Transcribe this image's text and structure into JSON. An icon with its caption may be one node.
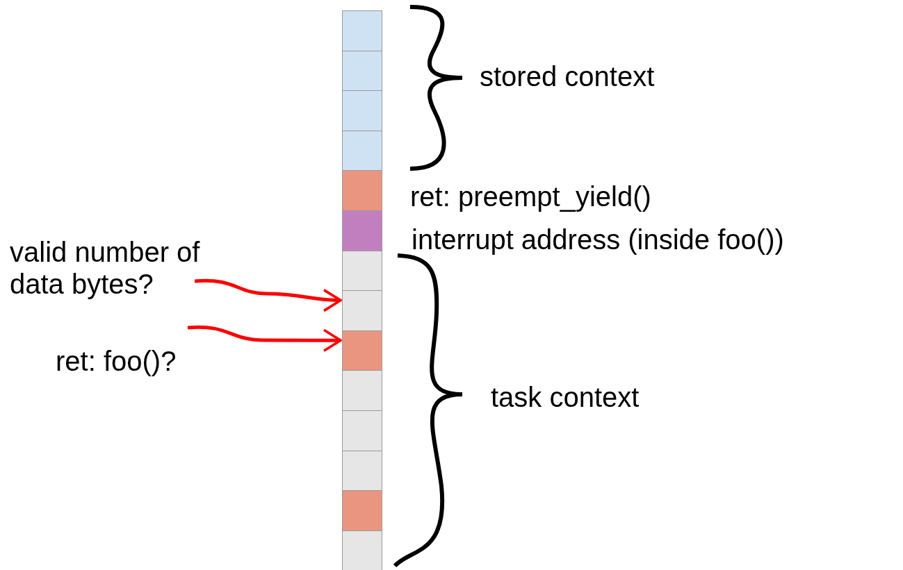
{
  "diagram": {
    "nodes": [
      {
        "text": [],
        "shape": "box"
      },
      {
        "text": [],
        "shape": "box"
      },
      {
        "text": [],
        "shape": "box"
      },
      {
        "text": [],
        "shape": "box"
      },
      {
        "text": [],
        "shape": "box",
        "beside": [
          "ret: preempt_yield()"
        ]
      },
      {
        "text": [],
        "shape": "box",
        "beside": [
          "interrupt address (inside foo())"
        ]
      },
      {
        "text": [],
        "shape": "box"
      },
      {
        "text": [],
        "shape": "box"
      },
      {
        "text": [],
        "shape": "box"
      },
      {
        "text": [],
        "shape": "box"
      },
      {
        "text": [],
        "shape": "box"
      },
      {
        "text": [],
        "shape": "box"
      },
      {
        "text": [],
        "shape": "box"
      },
      {
        "text": [],
        "shape": "box"
      },
      {
        "text": [
          "valid number of data bytes?"
        ]
      },
      {
        "text": [
          "ret: foo()?"
        ]
      }
    ],
    "edges": [
      {
        "from": 14,
        "to": 7,
        "arrow": "to",
        "color": "#ff0000"
      },
      {
        "from": 15,
        "to": 8,
        "arrow": "to",
        "color": "#ff0000"
      }
    ],
    "labels": [
      "stored context",
      "task context"
    ]
  }
}
